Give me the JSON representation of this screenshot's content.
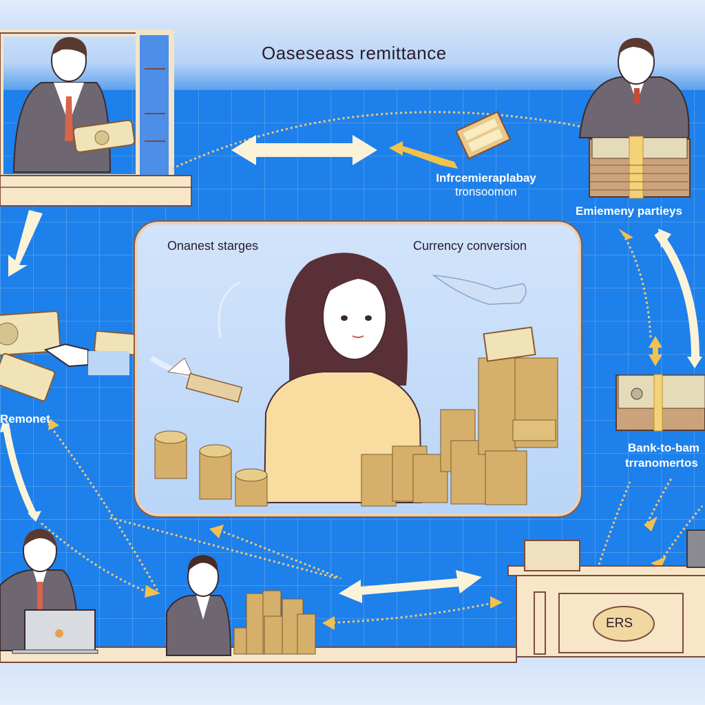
{
  "title": "Oaseseass remittance",
  "labels": {
    "intermediary": [
      "Infrcemieraplabay",
      "tronsoomon"
    ],
    "emiemeny": "Emiemeny partieys",
    "onanest": "Onanest starges",
    "currency": "Currency conversion",
    "remonet": "Remonet",
    "bank_transfer": [
      "Bank-to-bam",
      "trranomertos"
    ],
    "desk_sign": "ERS"
  },
  "colors": {
    "background_blue": "#1e80ea",
    "panel_blue": "#c6dcf8",
    "arrow_cream": "#fbf3d8",
    "arrow_gold": "#f2c14e",
    "counter_cream": "#f7e6c8",
    "suit_gray": "#6e6670",
    "sweater_yellow": "#f8dca0"
  },
  "icons": [
    "window-counter",
    "banker-with-bill",
    "banker-with-cash-stack",
    "woman-center",
    "coin-stacks",
    "airplane-icon",
    "laptop-icon",
    "bank-desk",
    "cash-bundle",
    "double-arrow"
  ]
}
